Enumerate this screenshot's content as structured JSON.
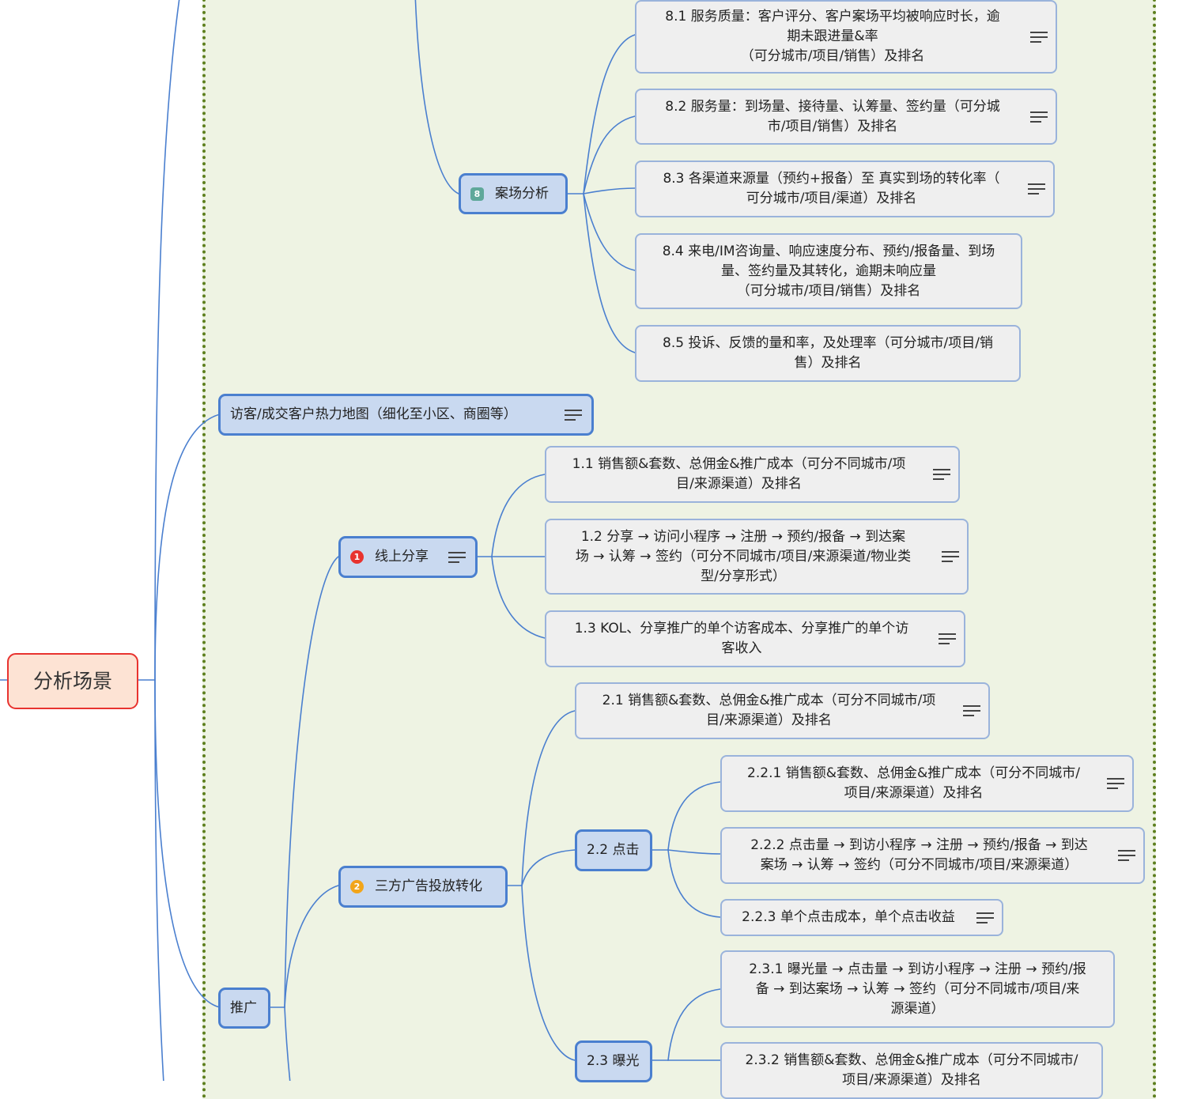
{
  "colors": {
    "boundary_fill": "#eef3e3",
    "boundary_border": "#5d7f1e",
    "root_fill": "#fde3d4",
    "root_border": "#e8332f",
    "mid_fill": "#c9d9f0",
    "mid_border": "#4a7fcf",
    "leaf_fill": "#efefef",
    "leaf_border": "#9ab3db",
    "link": "#4a7fcf",
    "badge_1": "#e8332f",
    "badge_2": "#f2a51a",
    "badge_8": "#5fa89a"
  },
  "root": {
    "label": "分析场景"
  },
  "case_analysis": {
    "badge": "8",
    "label": "案场分析",
    "items": [
      {
        "text": "8.1 服务质量：客户评分、客户案场平均被响应时长，逾\n期未跟进量&率\n（可分城市/项目/销售）及排名"
      },
      {
        "text": "8.2 服务量：到场量、接待量、认筹量、签约量（可分城\n市/项目/销售）及排名"
      },
      {
        "text": "8.3 各渠道来源量（预约+报备）至 真实到场的转化率（\n可分城市/项目/渠道）及排名"
      },
      {
        "text": "8.4 来电/IM咨询量、响应速度分布、预约/报备量、到场\n量、签约量及其转化，逾期未响应量\n（可分城市/项目/销售）及排名"
      },
      {
        "text": "8.5 投诉、反馈的量和率，及处理率（可分城市/项目/销\n售）及排名"
      }
    ]
  },
  "heatmap": {
    "label": "访客/成交客户热力地图（细化至小区、商圈等）"
  },
  "promotion": {
    "label": "推广",
    "online_share": {
      "badge": "1",
      "label": "线上分享",
      "items": [
        {
          "text": "1.1 销售额&套数、总佣金&推广成本（可分不同城市/项\n目/来源渠道）及排名"
        },
        {
          "text": "1.2 分享 → 访问小程序 → 注册 → 预约/报备 → 到达案\n场 → 认筹 → 签约（可分不同城市/项目/来源渠道/物业类\n型/分享形式）"
        },
        {
          "text": "1.3 KOL、分享推广的单个访客成本、分享推广的单个访\n客收入"
        }
      ]
    },
    "ad_conversion": {
      "badge": "2",
      "label": "三方广告投放转化",
      "item_2_1": "2.1 销售额&套数、总佣金&推广成本（可分不同城市/项\n目/来源渠道）及排名",
      "click": {
        "label": "2.2 点击",
        "items": [
          {
            "text": "2.2.1 销售额&套数、总佣金&推广成本（可分不同城市/\n项目/来源渠道）及排名"
          },
          {
            "text": "2.2.2 点击量 → 到访小程序 → 注册 → 预约/报备 → 到达\n案场 → 认筹 → 签约（可分不同城市/项目/来源渠道）"
          },
          {
            "text": "2.2.3 单个点击成本，单个点击收益"
          }
        ]
      },
      "exposure": {
        "label": "2.3 曝光",
        "items": [
          {
            "text": "2.3.1 曝光量 → 点击量 → 到访小程序 → 注册 → 预约/报\n备 → 到达案场 → 认筹 → 签约（可分不同城市/项目/来\n源渠道）"
          },
          {
            "text": "2.3.2 销售额&套数、总佣金&推广成本（可分不同城市/\n项目/来源渠道）及排名"
          }
        ]
      }
    }
  }
}
